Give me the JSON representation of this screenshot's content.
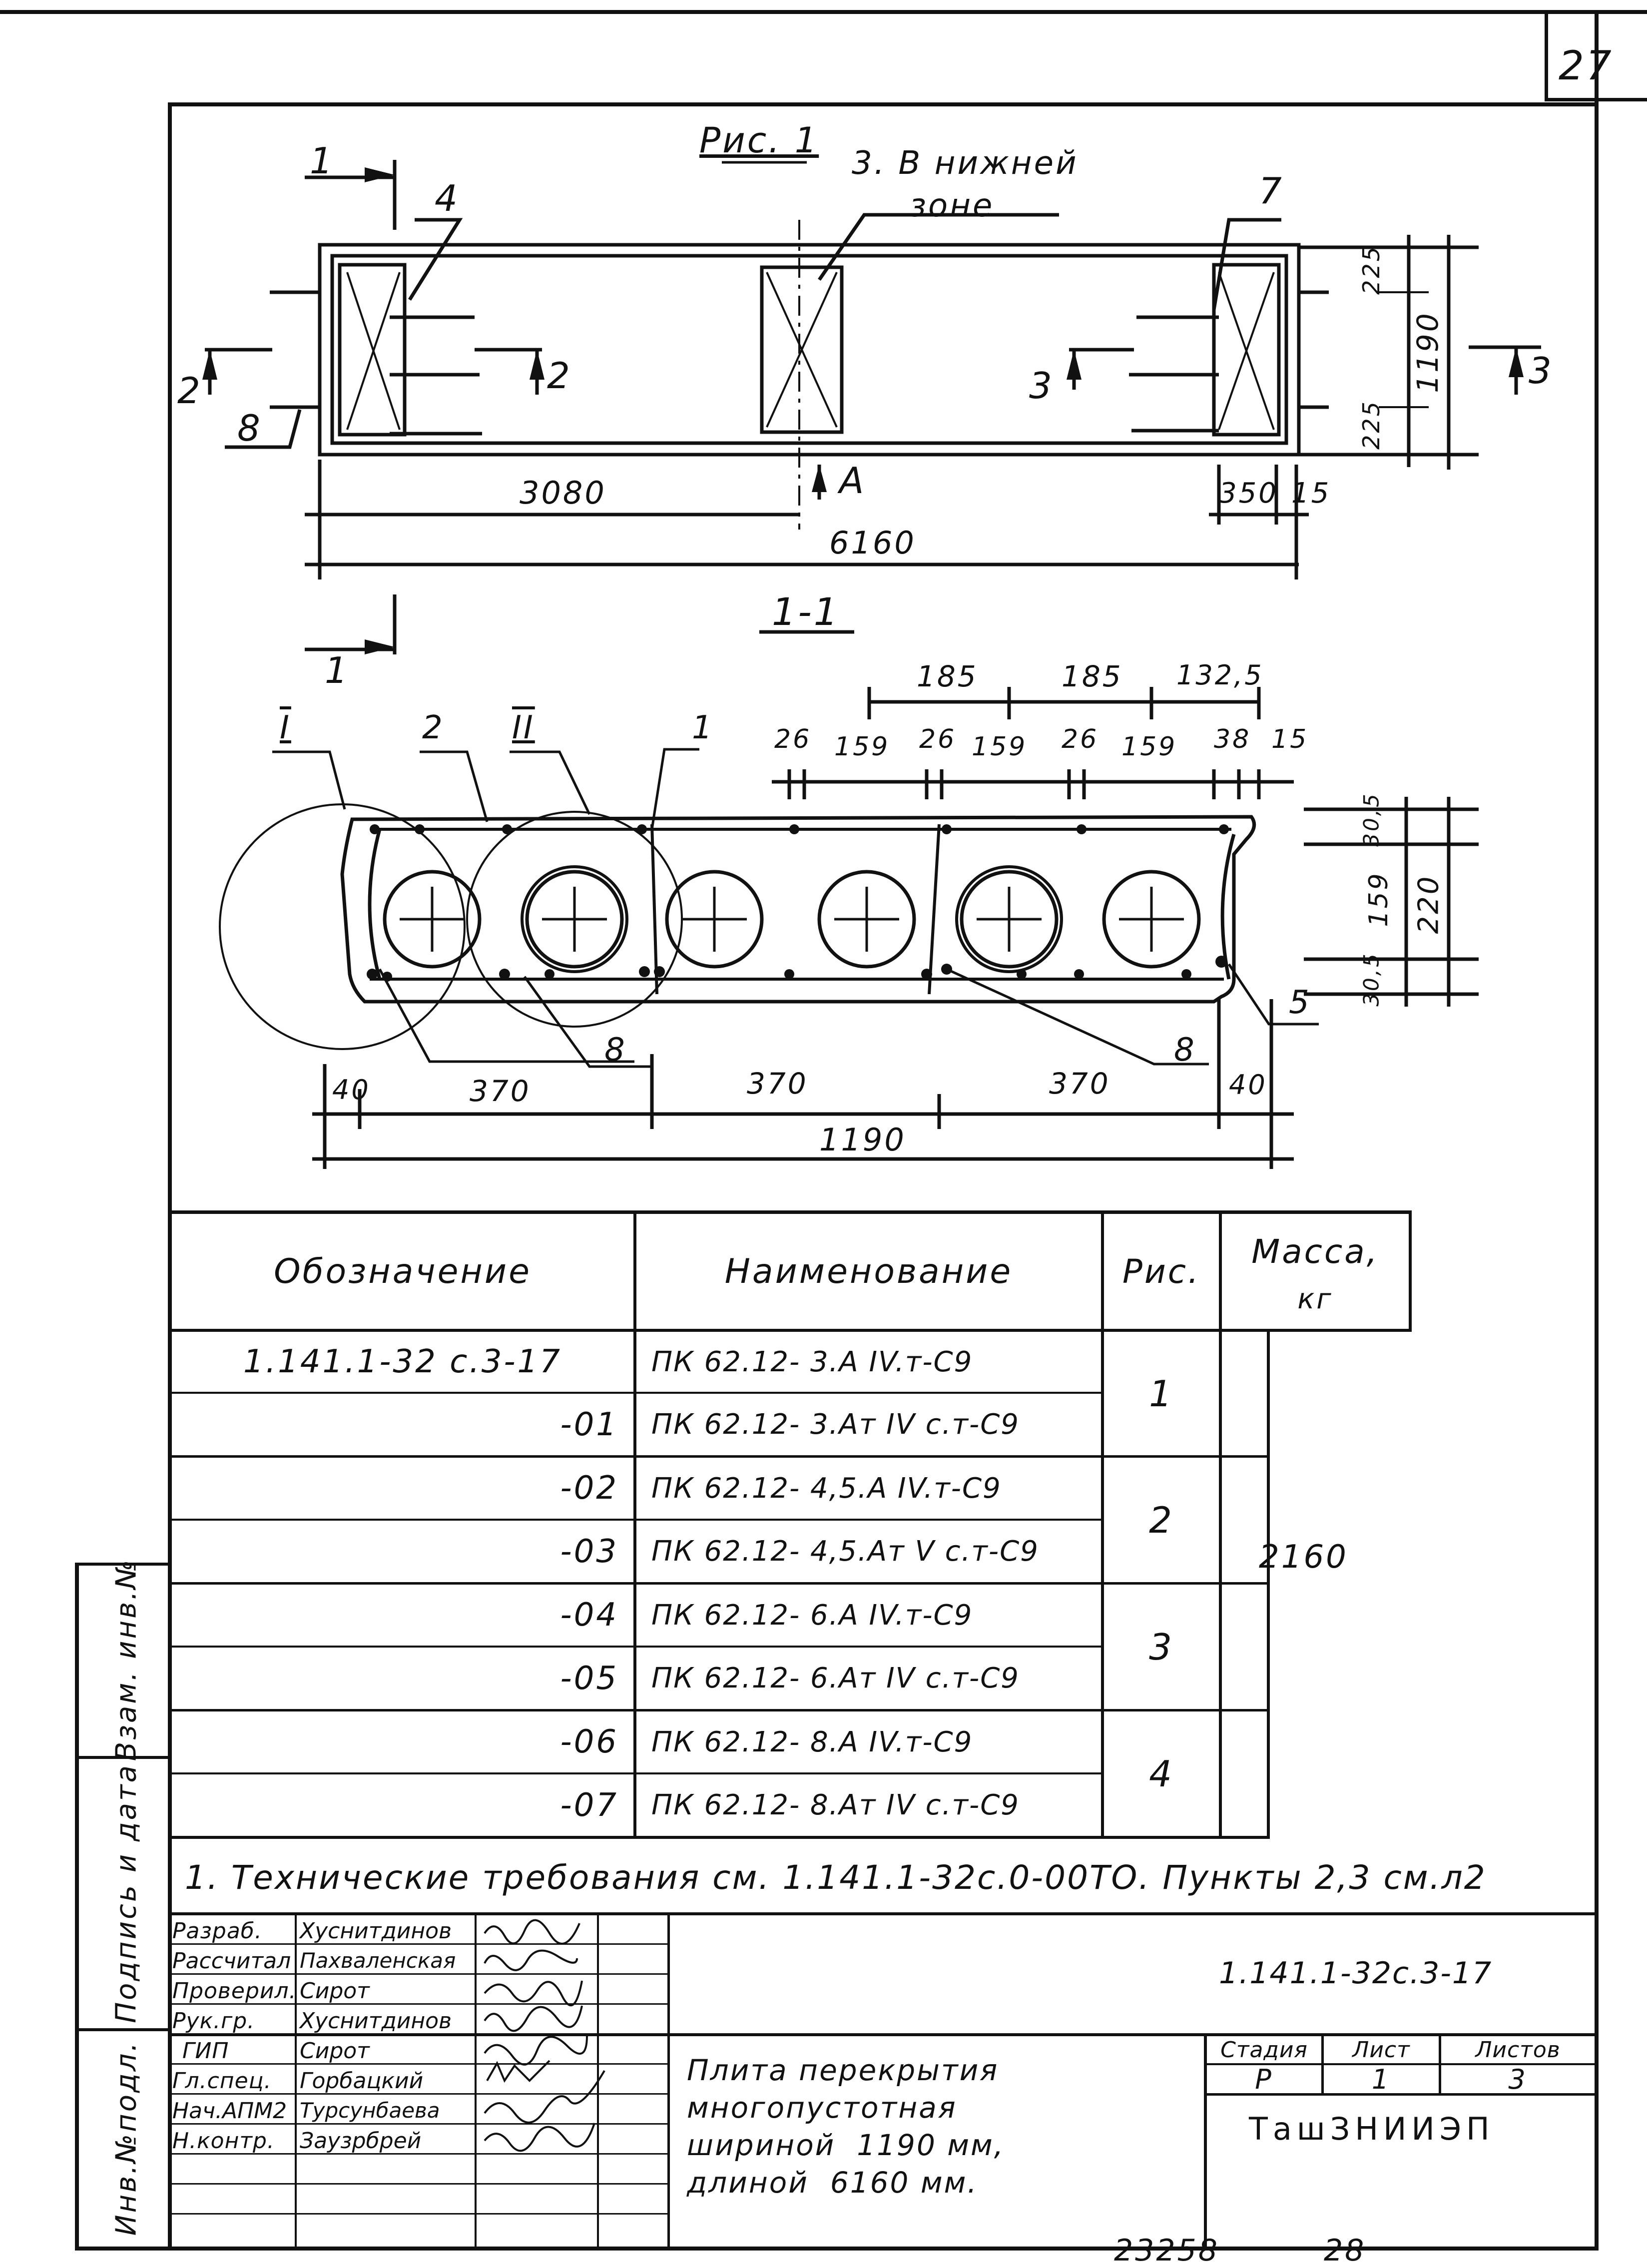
{
  "sheet_number": "27",
  "figure_label": "Рис. 1",
  "plan": {
    "note_line1": "3. В нижней",
    "note_line2": "зоне",
    "dims": {
      "half_length": "3080",
      "length": "6160",
      "d350": "350",
      "d15": "15",
      "width": "1190",
      "edge_top": "225",
      "edge_bottom": "225"
    },
    "callouts": {
      "c4": "4",
      "c7": "7",
      "c8": "8"
    },
    "sections": {
      "s1_top": "1",
      "s1_bottom": "1",
      "s2_left": "2",
      "s2_right": "2",
      "s3_left": "3",
      "s3_right": "3",
      "view_a": "A"
    }
  },
  "section": {
    "title": "1-1",
    "callouts": {
      "I": "I",
      "II": "II",
      "c2": "2",
      "c1": "1",
      "c5": "5",
      "c8a": "8",
      "c8b": "8"
    },
    "top_dims": {
      "p185a": "185",
      "p185b": "185",
      "p1325": "132,5"
    },
    "mid_dims": {
      "a26": "26",
      "b159": "159",
      "c26": "26",
      "d159": "159",
      "e26": "26",
      "f159": "159",
      "g38": "38",
      "h15": "15"
    },
    "right_dims": {
      "r305a": "30,5",
      "r159": "159",
      "r305b": "30,5",
      "r220": "220"
    },
    "bottom_dims": {
      "b40a": "40",
      "b370a": "370",
      "b370b": "370",
      "b370c": "370",
      "b40b": "40",
      "b1190": "1190"
    }
  },
  "spec_table": {
    "headers": {
      "designation": "Обозначение",
      "name": "Наименование",
      "fig": "Рис.",
      "mass": "Масса,",
      "mass_unit": "кг"
    },
    "rows": [
      {
        "designation": "1.141.1-32 с.3-17",
        "name": "ПК 62.12- 3.А IV.т-С9"
      },
      {
        "designation": "-01",
        "name": "ПК 62.12- 3.Ат IV с.т-С9"
      },
      {
        "designation": "-02",
        "name": "ПК 62.12- 4,5.А IV.т-С9"
      },
      {
        "designation": "-03",
        "name": "ПК 62.12- 4,5.Ат V с.т-С9"
      },
      {
        "designation": "-04",
        "name": "ПК 62.12- 6.А IV.т-С9"
      },
      {
        "designation": "-05",
        "name": "ПК 62.12- 6.Ат IV с.т-С9"
      },
      {
        "designation": "-06",
        "name": "ПК 62.12- 8.А IV.т-С9"
      },
      {
        "designation": "-07",
        "name": "ПК 62.12- 8.Ат IV с.т-С9"
      }
    ],
    "figs": [
      "1",
      "2",
      "3",
      "4"
    ],
    "mass": "2160"
  },
  "note": "1. Технические требования см. 1.141.1-32с.0-00ТО. Пункты 2,3 см.л2",
  "side_labels": {
    "vzam": "Взам. инв.№",
    "podpis": "Подпись и дата",
    "inv": "Инв.№подл."
  },
  "title_block": {
    "roles": [
      {
        "role": "Разраб.",
        "name": "Хуснитдинов"
      },
      {
        "role": "Рассчитал",
        "name": "Пахваленская"
      },
      {
        "role": "Проверил.",
        "name": "Сирот"
      },
      {
        "role": "Рук.гр.",
        "name": "Хуснитдинов"
      },
      {
        "role": "ГИП",
        "name": "Сирот"
      },
      {
        "role": "Гл.спец.",
        "name": "Горбацкий"
      },
      {
        "role": "Нач.АПМ2",
        "name": "Турсунбаева"
      },
      {
        "role": "Н.контр.",
        "name": "Заузрбрей"
      }
    ],
    "doc_code": "1.141.1-32с.3-17",
    "description": [
      "Плита перекрытия",
      "многопустотная",
      "шириной  1190 мм,",
      "длиной  6160 мм."
    ],
    "stage_label": "Стадия",
    "sheet_label": "Лист",
    "sheets_label": "Листов",
    "stage": "Р",
    "sheet": "1",
    "sheets": "3",
    "org": "ТашЗНИИЭП"
  },
  "footer": {
    "number": "23258",
    "page": "28"
  }
}
